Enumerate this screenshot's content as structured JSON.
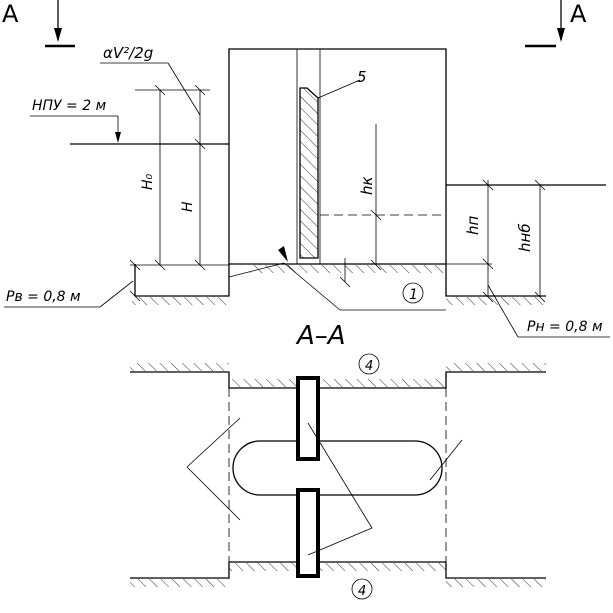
{
  "section_marks": {
    "left": "А",
    "right": "А"
  },
  "labels": {
    "velocity_head": "αV²/2g",
    "npu": "НПУ = 2  м",
    "h0": "Н₀",
    "h": "Н",
    "hk": "hк",
    "hp": "hп",
    "hnb": "hнб",
    "pv": "Pв = 0,8 м",
    "pn": "Pн = 0,8 м",
    "item_5": "5",
    "item_1": "1",
    "item_4_top": "4",
    "item_4_bottom": "4",
    "section_title": "А–А"
  }
}
